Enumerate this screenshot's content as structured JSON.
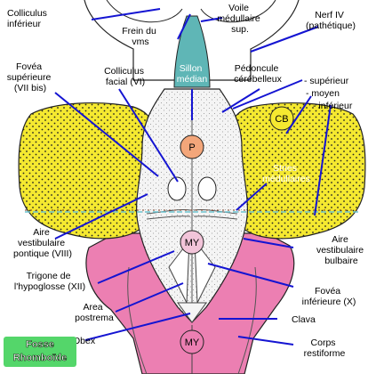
{
  "labels": {
    "colliculus_inferieur": [
      "Colliculus",
      "inférieur"
    ],
    "frein_du_vms": [
      "Frein du",
      "vms"
    ],
    "voile_medullaire_sup": [
      "Voile",
      "médullaire",
      "sup."
    ],
    "nerf_iv": [
      "Nerf IV",
      "(pathétique)"
    ],
    "fovea_superieure": [
      "Fovéa",
      "supérieure",
      "(VII bis)"
    ],
    "colliculus_facial": [
      "Colliculus",
      "facial (VI)"
    ],
    "sillon_median": [
      "Sillon",
      "médian"
    ],
    "pedoncule_cerebelleux": [
      "Pédoncule",
      "cérébelleux"
    ],
    "pedoncule_superieur": "- supérieur",
    "pedoncule_moyen": "- moyen",
    "pedoncule_inferieur": "- inférieur",
    "stries_medullaires": [
      "Stries",
      "médullaires"
    ],
    "aire_vestibulaire_pontique": [
      "Aire",
      "vestibulaire",
      "pontique (VIII)"
    ],
    "aire_vestibulaire_bulbaire": [
      "Aire",
      "vestibulaire",
      "bulbaire"
    ],
    "trigone_hypoglosse": [
      "Trigone de",
      "l'hypoglosse (XII)"
    ],
    "fovea_inferieure": [
      "Fovéa",
      "inférieure (X)"
    ],
    "area_postrema": [
      "Area",
      "postrema"
    ],
    "clava": "Clava",
    "obex": "Obex",
    "corps_restiforme": [
      "Corps",
      "restiforme"
    ]
  },
  "circles": {
    "cb": "CB",
    "p": "P",
    "my_mid": "MY",
    "my_bottom": "MY"
  },
  "title": [
    "Fosse",
    "Rhomboïde"
  ],
  "colors": {
    "cerebellum": "#f5e930",
    "peduncle_pink": "#ec7fb2",
    "velum_teal": "#5fb6b6",
    "pointer": "#1414d2",
    "title_green": "#54d66a",
    "p_circle": "#f3a67a",
    "my_circle": "#f2c4d9"
  }
}
